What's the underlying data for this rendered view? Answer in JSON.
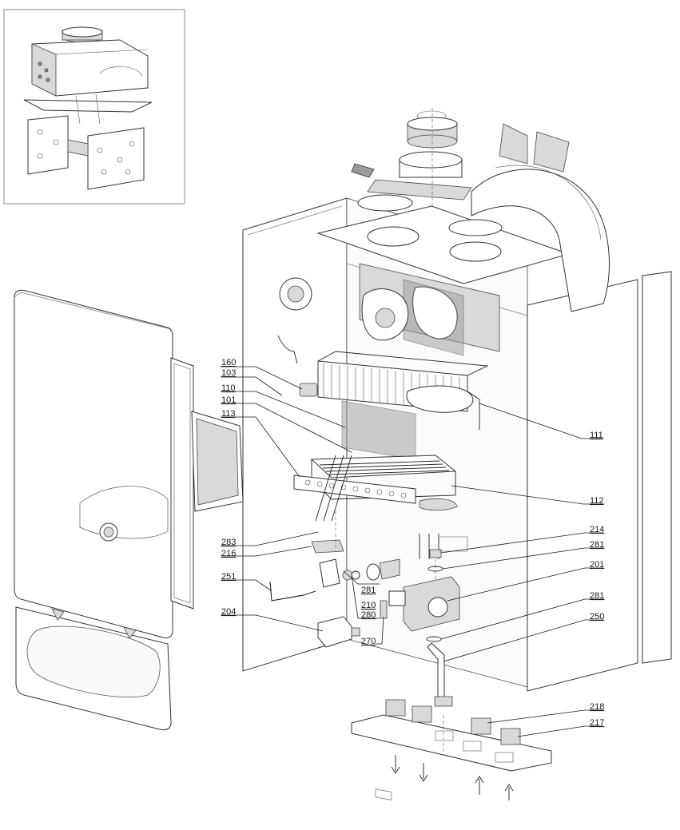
{
  "labels": {
    "l160": "160",
    "l103": "103",
    "l110": "110",
    "l101": "101",
    "l113": "113",
    "l111": "111",
    "l112": "112",
    "l214": "214",
    "l283": "283",
    "l281a": "281",
    "l216": "216",
    "l201": "201",
    "l251": "251",
    "l281b": "281",
    "l210": "210",
    "l281c": "281",
    "l280": "280",
    "l204": "204",
    "l250": "250",
    "l270": "270",
    "l218": "218",
    "l217": "217"
  },
  "colors": {
    "line": "#222222",
    "panel_fill": "#f7f7f7",
    "shade": "#d9d9d9"
  }
}
